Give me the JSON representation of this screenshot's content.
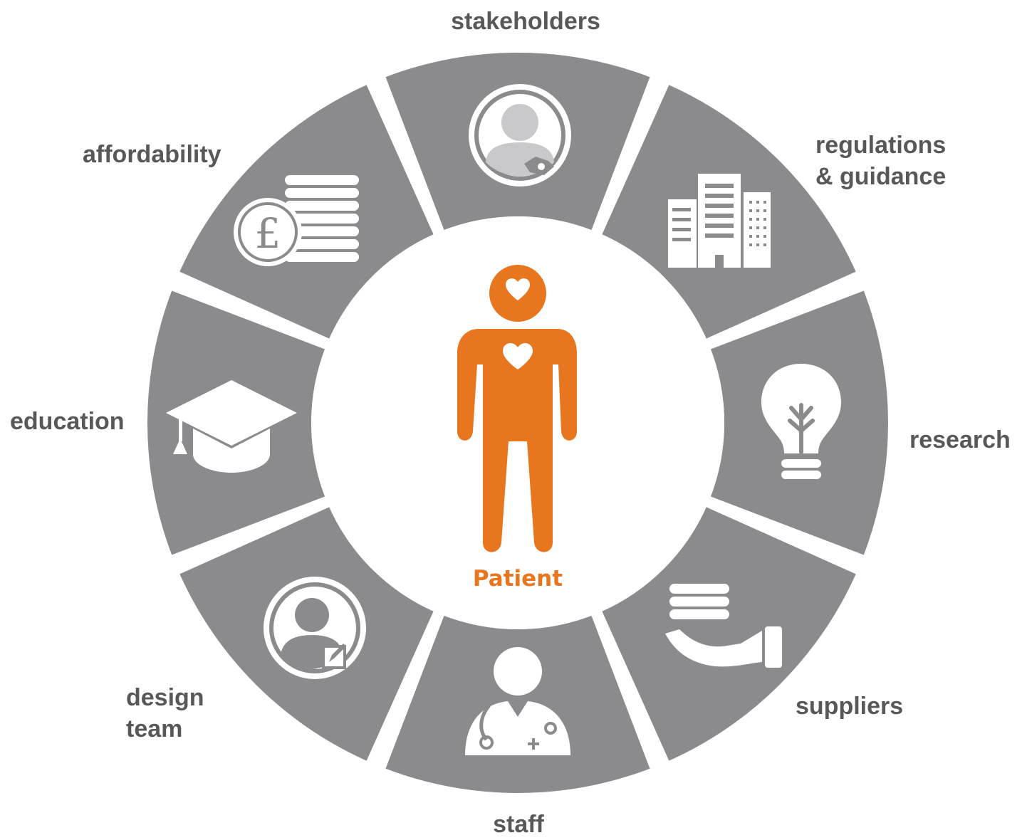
{
  "diagram": {
    "center": {
      "label": "Patient"
    },
    "segments": [
      {
        "id": "stakeholders",
        "label_lines": [
          "stakeholders"
        ],
        "icon": "stakeholder-icon"
      },
      {
        "id": "regulations",
        "label_lines": [
          "regulations",
          "& guidance"
        ],
        "icon": "buildings-icon"
      },
      {
        "id": "research",
        "label_lines": [
          "research"
        ],
        "icon": "lightbulb-icon"
      },
      {
        "id": "suppliers",
        "label_lines": [
          "suppliers"
        ],
        "icon": "hand-coins-icon"
      },
      {
        "id": "staff",
        "label_lines": [
          "staff"
        ],
        "icon": "doctor-icon"
      },
      {
        "id": "design-team",
        "label_lines": [
          "design",
          "team"
        ],
        "icon": "designer-icon"
      },
      {
        "id": "education",
        "label_lines": [
          "education"
        ],
        "icon": "graduation-cap-icon"
      },
      {
        "id": "affordability",
        "label_lines": [
          "affordability"
        ],
        "icon": "pound-coins-icon"
      }
    ]
  },
  "colors": {
    "ring": "#8b8b8e",
    "icon": "#ffffff",
    "patient": "#e8761e",
    "label": "#58585a"
  }
}
